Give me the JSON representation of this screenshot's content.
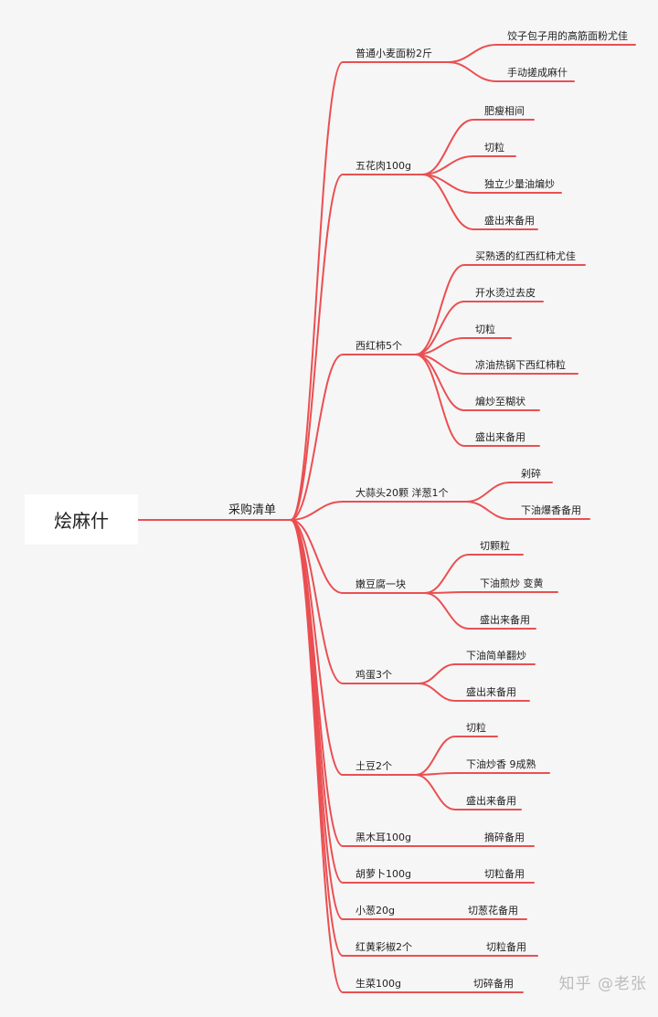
{
  "root": {
    "label": "烩麻什"
  },
  "hub": {
    "label": "采购清单"
  },
  "branches": [
    {
      "label": "普通小麦面粉2斤",
      "steps": [
        "饺子包子用的高筋面粉尤佳",
        "手动搓成麻什"
      ]
    },
    {
      "label": "五花肉100g",
      "steps": [
        "肥瘦相间",
        "切粒",
        "独立少量油煸炒",
        "盛出来备用"
      ]
    },
    {
      "label": "西红柿5个",
      "steps": [
        "买熟透的红西红柿尤佳",
        "开水烫过去皮",
        "切粒",
        "凉油热锅下西红柿粒",
        "煸炒至糊状",
        "盛出来备用"
      ]
    },
    {
      "label": "大蒜头20颗 洋葱1个",
      "steps": [
        "剁碎",
        "下油爆香备用"
      ]
    },
    {
      "label": "嫩豆腐一块",
      "steps": [
        "切颗粒",
        "下油煎炒 变黄",
        "盛出来备用"
      ]
    },
    {
      "label": "鸡蛋3个",
      "steps": [
        "下油简单翻炒",
        "盛出来备用"
      ]
    },
    {
      "label": "土豆2个",
      "steps": [
        "切粒",
        "下油炒香 9成熟",
        "盛出来备用"
      ]
    },
    {
      "label": "黑木耳100g",
      "steps": [
        "摘碎备用"
      ]
    },
    {
      "label": "胡萝卜100g",
      "steps": [
        "切粒备用"
      ]
    },
    {
      "label": "小葱20g",
      "steps": [
        "切葱花备用"
      ]
    },
    {
      "label": "红黄彩椒2个",
      "steps": [
        "切粒备用"
      ]
    },
    {
      "label": "生菜100g",
      "steps": [
        "切碎备用"
      ]
    }
  ],
  "watermark": "知乎 @老张",
  "colors": {
    "branch": "#ea4f52",
    "background": "#f6f6f6",
    "root_fill": "#ffffff"
  }
}
